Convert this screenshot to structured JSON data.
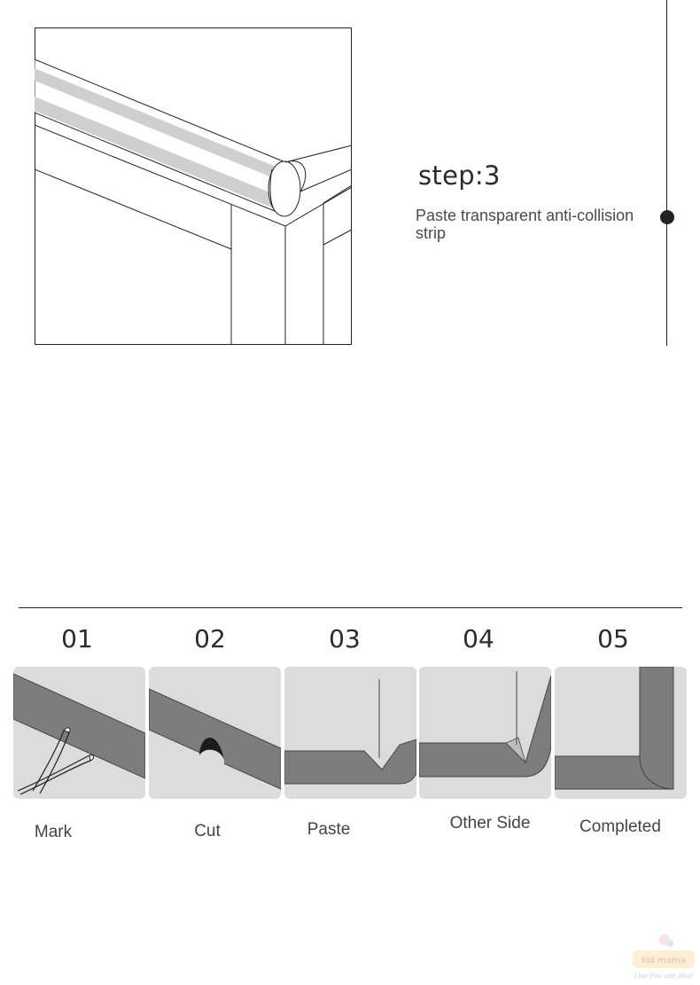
{
  "step": {
    "title": "step:3",
    "description": "Paste transparent anti-collision strip"
  },
  "process": {
    "steps": [
      {
        "number": "01",
        "label": "Mark"
      },
      {
        "number": "02",
        "label": "Cut"
      },
      {
        "number": "03",
        "label": "Paste"
      },
      {
        "number": "04",
        "label": "Other Side"
      },
      {
        "number": "05",
        "label": "Completed"
      }
    ]
  },
  "logo": {
    "brand_text": "kid mama",
    "tagline": "Live free and play!"
  },
  "colors": {
    "tile_background": "#dcdcdc",
    "strip": "#7d7d7d",
    "line": "#222222"
  }
}
